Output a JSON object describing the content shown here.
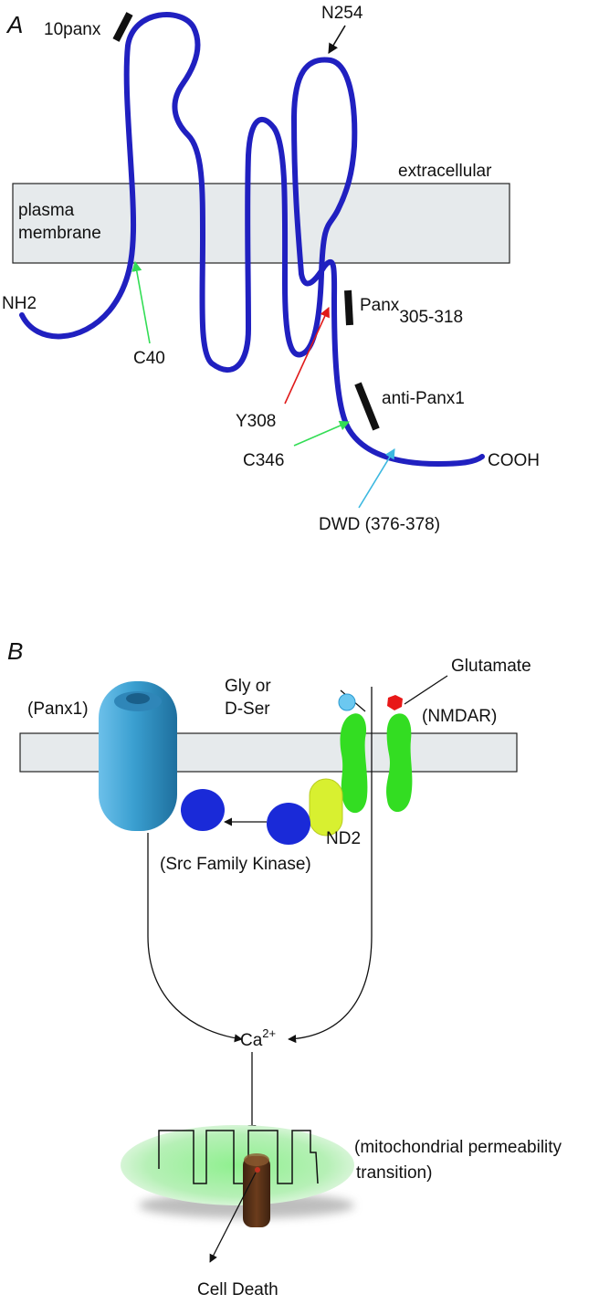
{
  "panel_a": {
    "letter": "A",
    "labels": {
      "tenpanx": "10panx",
      "n254": "N254",
      "extracellular": "extracellular",
      "plasma": "plasma",
      "membrane": "membrane",
      "nh2": "NH2",
      "c40": "C40",
      "panx": "Panx",
      "panx_sub": "305-318",
      "anti_panx1": "anti-Panx1",
      "y308": "Y308",
      "c346": "C346",
      "cooh": "COOH",
      "dwd": "DWD (376-378)"
    }
  },
  "panel_b": {
    "letter": "B",
    "labels": {
      "gly_line1": "Gly or",
      "gly_line2": "D-Ser",
      "glutamate": "Glutamate",
      "panx1": "(Panx1)",
      "nmdar": "(NMDAR)",
      "nd2": "ND2",
      "src": "(Src Family Kinase)",
      "ca": "Ca",
      "ca_sup": "2+",
      "mpt_line1": "(mitochondrial permeability",
      "mpt_line2": "transition)",
      "cell_death": "Cell Death"
    }
  },
  "colors": {
    "protein_chain": "#2020c0",
    "membrane_fill": "#e6eaec",
    "green_arrow": "#33dd55",
    "red_arrow": "#e01a1a",
    "cyan_arrow": "#3cb8e0",
    "panx1_channel": "#3a9fd0",
    "nmdar": "#33dd22",
    "src_kinase": "#1a2ad8",
    "nd2": "#d8f030",
    "glutamate": "#e81818",
    "gly": "#6cc8f0",
    "mitochondrion": "#b6f0b6",
    "pore": "#5a3216"
  },
  "icons": [
    "membrane-bar",
    "panx1-channel-icon",
    "nmdar-subunit-icon",
    "src-kinase-icon",
    "mitochondrion-icon",
    "permeability-pore-icon"
  ]
}
